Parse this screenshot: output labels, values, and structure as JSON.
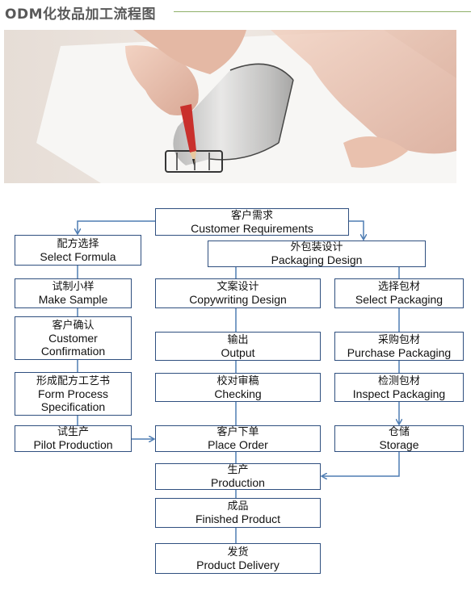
{
  "page_title": "ODM化妆品加工流程图",
  "photo": {
    "subject": "hand sketching a cosmetic bottle design with a red pencil"
  },
  "boxes": {
    "customer_requirements": {
      "zh": "客户需求",
      "en": "Customer  Requirements"
    },
    "select_formula": {
      "zh": "配方选择",
      "en": "Select Formula"
    },
    "packaging_design": {
      "zh": "外包装设计",
      "en": "Packaging Design"
    },
    "make_sample": {
      "zh": "试制小样",
      "en": "Make Sample"
    },
    "copywriting_design": {
      "zh": "文案设计",
      "en": "Copywriting  Design"
    },
    "select_packaging": {
      "zh": "选择包材",
      "en": "Select Packaging"
    },
    "customer_confirmation": {
      "zh": "客户确认",
      "en1": "Customer",
      "en2": "Confirmation"
    },
    "output": {
      "zh": "输出",
      "en": "Output"
    },
    "purchase_packaging": {
      "zh": "采购包材",
      "en": "Purchase Packaging"
    },
    "form_process_spec": {
      "zh": "形成配方工艺书",
      "en1": "Form  Process",
      "en2": "Specification"
    },
    "checking": {
      "zh": "校对审稿",
      "en": "Checking"
    },
    "inspect_packaging": {
      "zh": "检测包材",
      "en": "Inspect Packaging"
    },
    "pilot_production": {
      "zh": "试生产",
      "en": "Pilot Production"
    },
    "place_order": {
      "zh": "客户下单",
      "en": "Place Order"
    },
    "storage": {
      "zh": "仓储",
      "en": "Storage"
    },
    "production": {
      "zh": "生产",
      "en": "Production"
    },
    "finished_product": {
      "zh": "成品",
      "en": "Finished Product"
    },
    "product_delivery": {
      "zh": "发货",
      "en": "Product Delivery"
    }
  },
  "colors": {
    "box_border": "#2f4f7f",
    "arrow": "#4f7db3",
    "title_rule": "#8fb06a"
  }
}
